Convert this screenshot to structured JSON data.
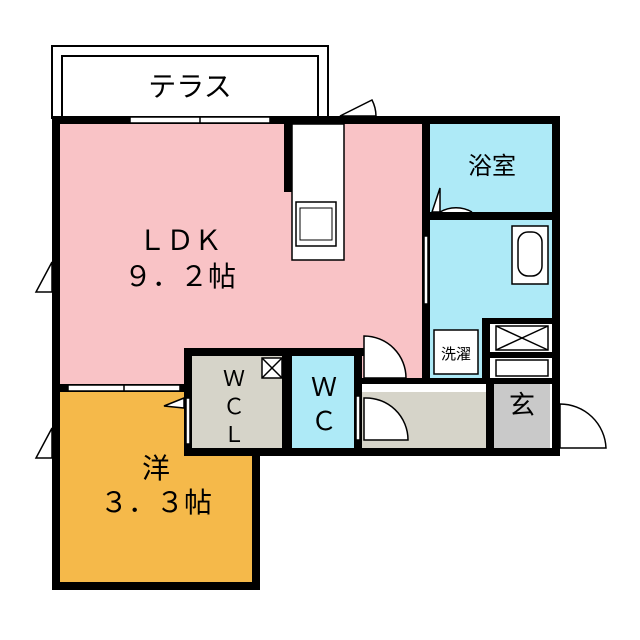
{
  "rooms": {
    "terrace": "テラス",
    "ldk_name": "ＬＤＫ",
    "ldk_size": "９．２帖",
    "bath": "浴室",
    "washer": "洗濯",
    "wcl": [
      "Ｗ",
      "Ｃ",
      "Ｌ"
    ],
    "wc": [
      "Ｗ",
      "Ｃ"
    ],
    "entrance": "玄",
    "western_name": "洋",
    "western_size": "３．３帖"
  },
  "colors": {
    "ldk": "#f9c3c6",
    "bath": "#aeeaf7",
    "western": "#f5b94a",
    "utility": "#d6d4c9",
    "entrance": "#c9c9c9",
    "wall": "#000000"
  }
}
